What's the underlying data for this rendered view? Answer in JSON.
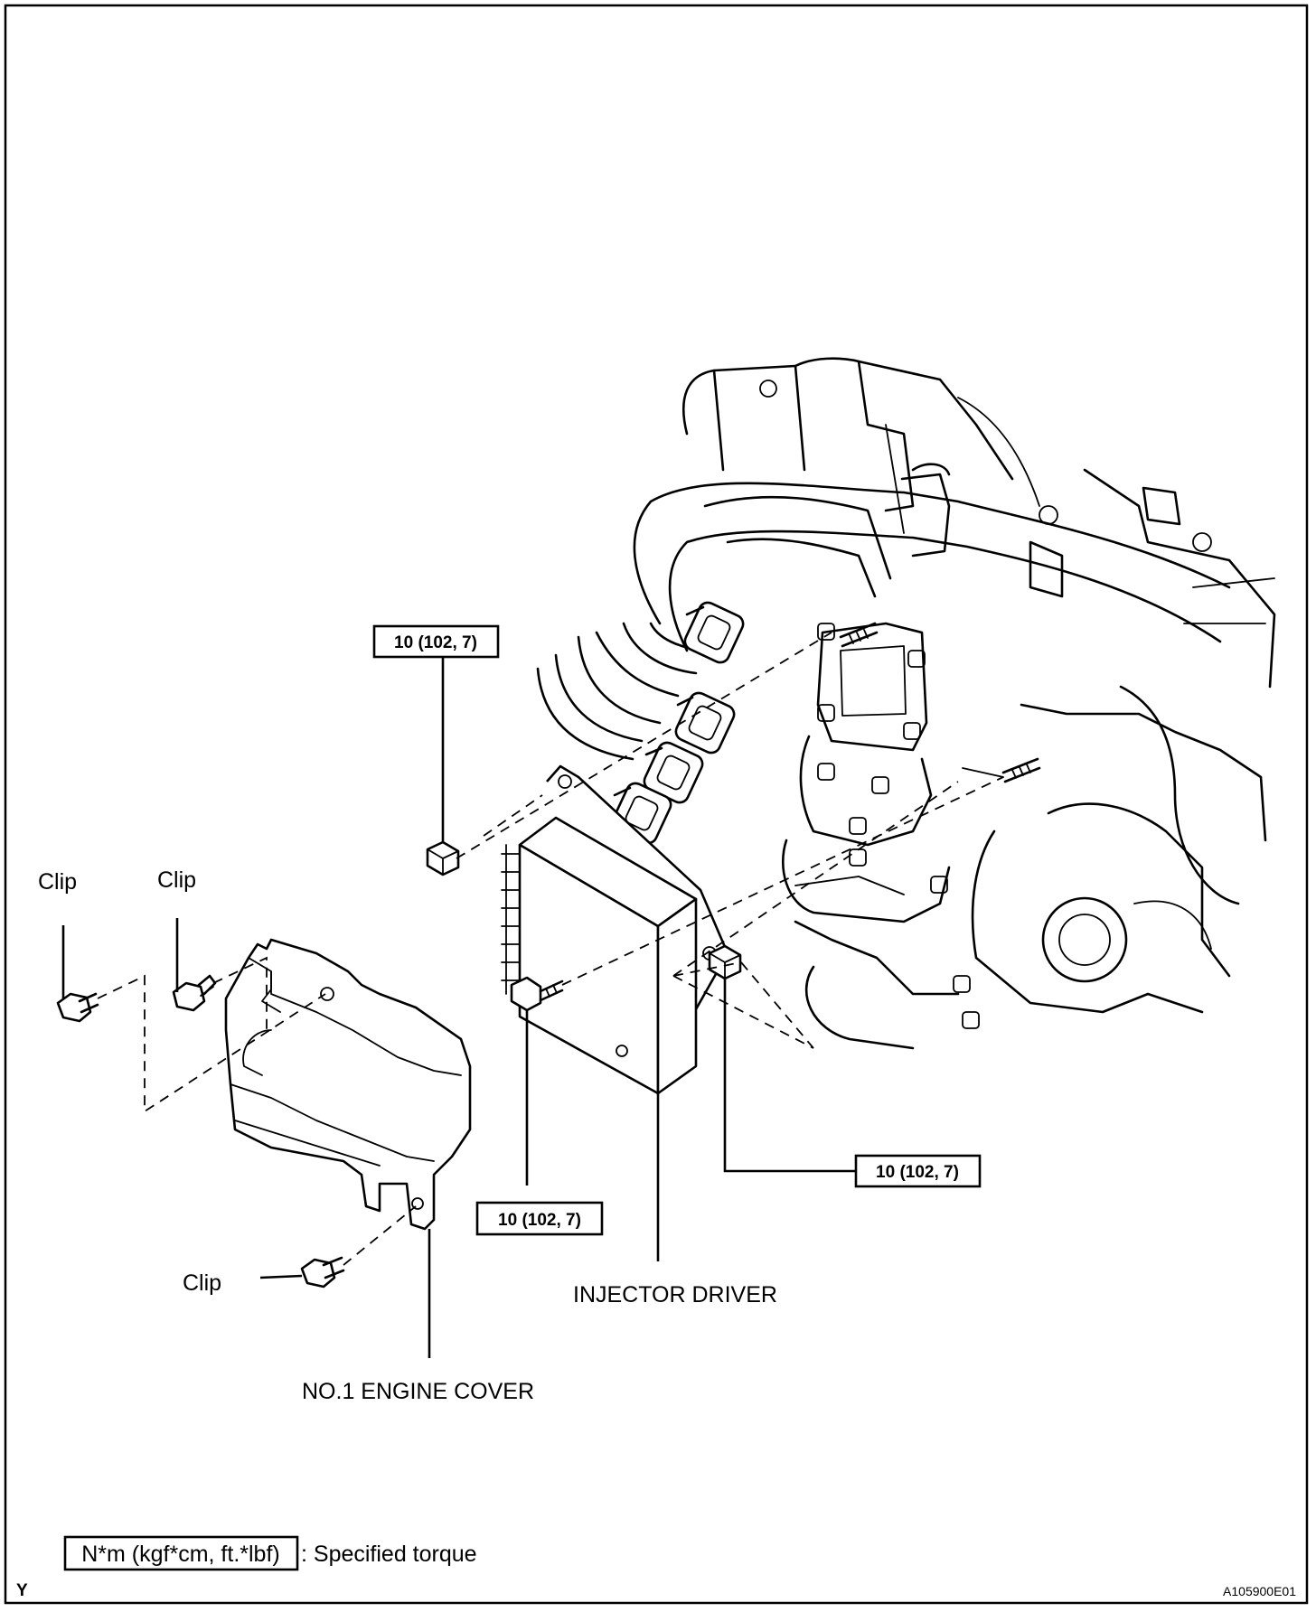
{
  "labels": {
    "clip_1": "Clip",
    "clip_2": "Clip",
    "clip_3": "Clip",
    "injector_driver": "INJECTOR DRIVER",
    "engine_cover": "NO.1 ENGINE COVER"
  },
  "torque": {
    "nut_upper": "10 (102, 7)",
    "bolt_lower": "10 (102, 7)",
    "nut_right": "10 (102, 7)"
  },
  "legend": {
    "box_text": "N*m (kgf*cm, ft.*lbf)",
    "description": ": Specified torque"
  },
  "footer": {
    "corner_mark": "Y",
    "figure_id": "A105900E01"
  }
}
